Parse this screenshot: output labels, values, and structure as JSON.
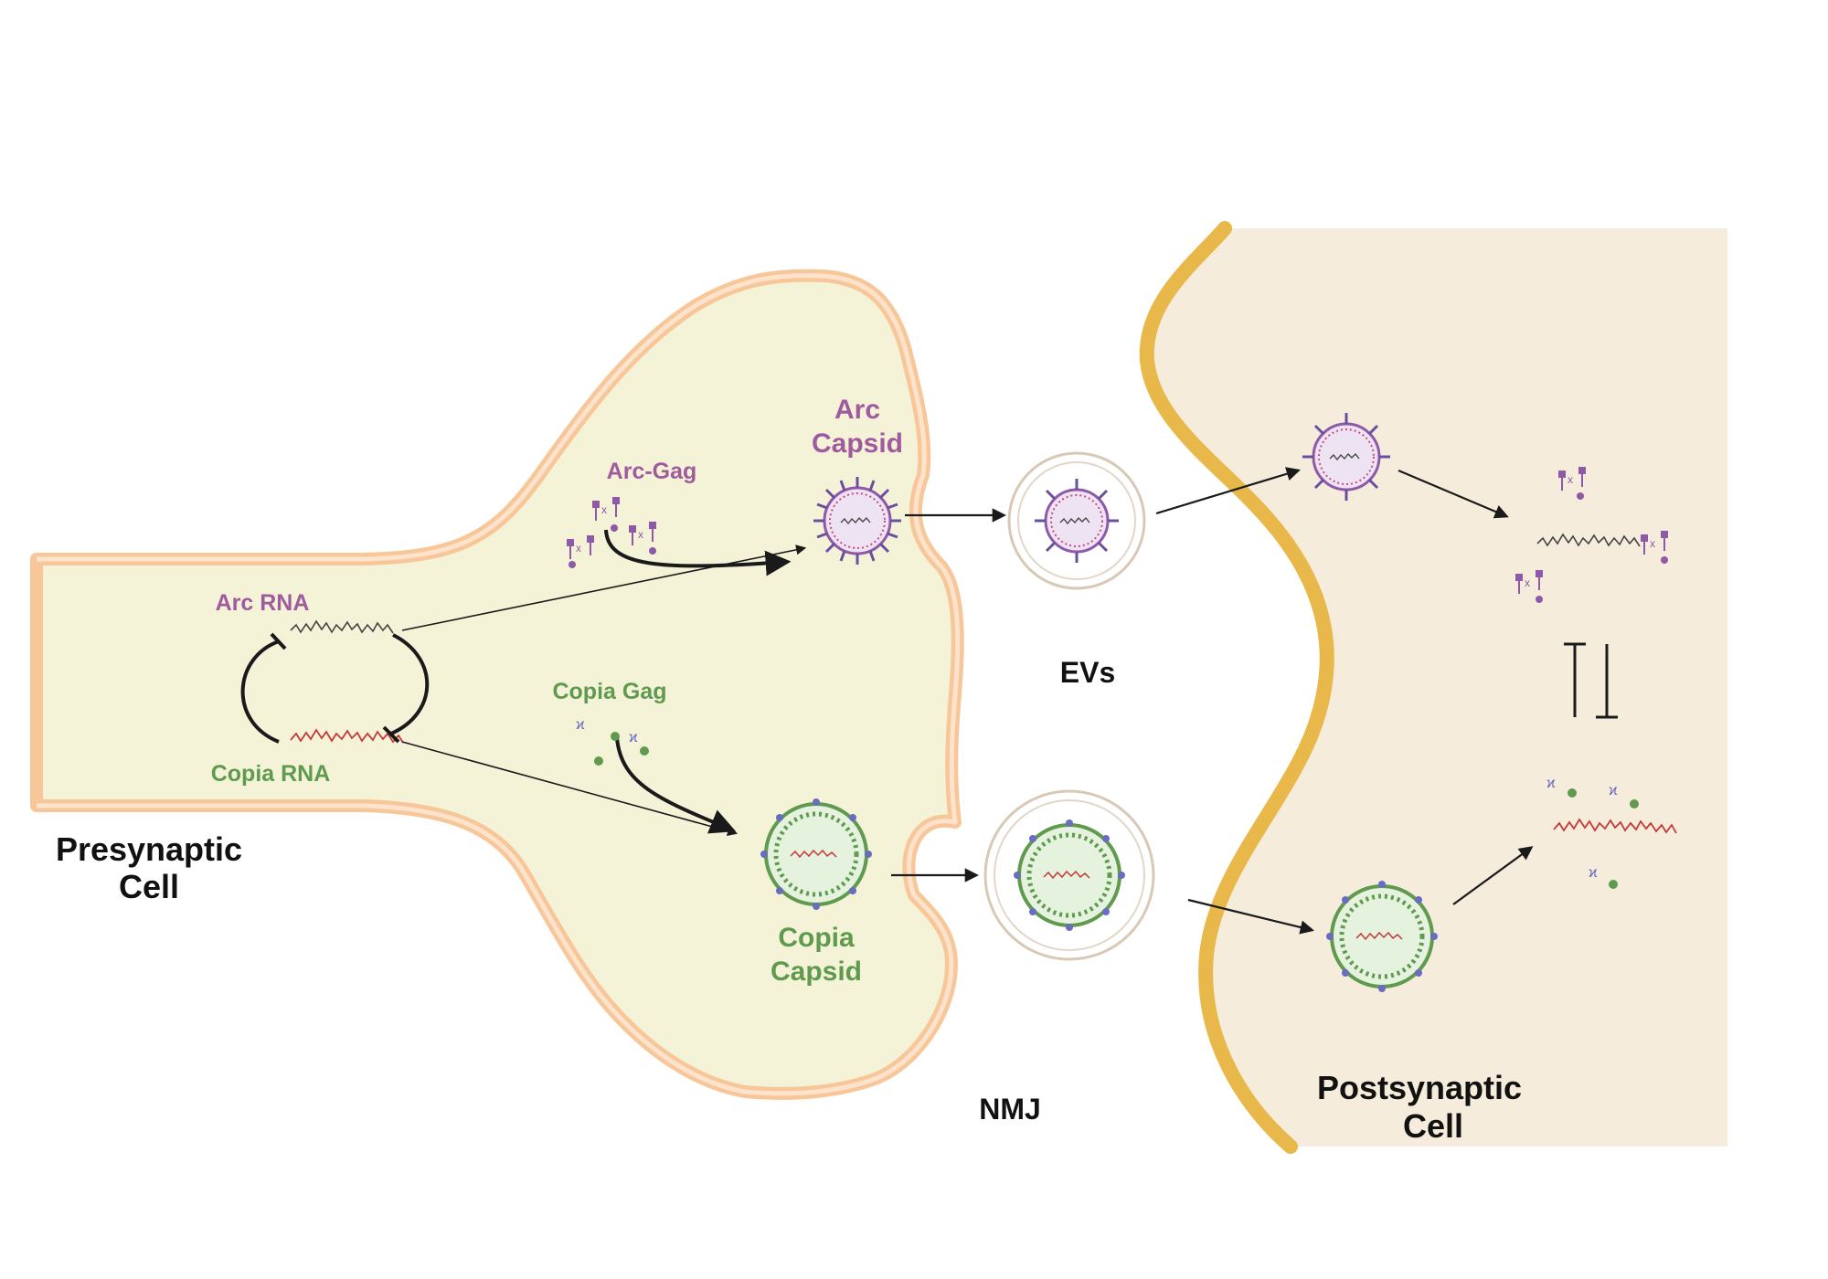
{
  "labels": {
    "presynaptic": [
      "Presynaptic",
      "Cell"
    ],
    "postsynaptic": [
      "Postsynaptic",
      "Cell"
    ],
    "nmj": "NMJ",
    "evs": "EVs",
    "arc_rna": "Arc RNA",
    "copia_rna": "Copia RNA",
    "arc_gag": "Arc-Gag",
    "copia_gag": "Copia Gag",
    "arc_capsid": [
      "Arc",
      "Capsid"
    ],
    "copia_capsid": [
      "Copia",
      "Capsid"
    ]
  },
  "colors": {
    "presynaptic_fill": "#f5f3d7",
    "membrane": "#f7c79a",
    "postsynaptic_fill": "#f6ecdc",
    "postsynaptic_membrane": "#e8b84a",
    "arc": "#8e5aa8",
    "copia": "#5f9a4e",
    "arrow": "#1a1a1a"
  }
}
